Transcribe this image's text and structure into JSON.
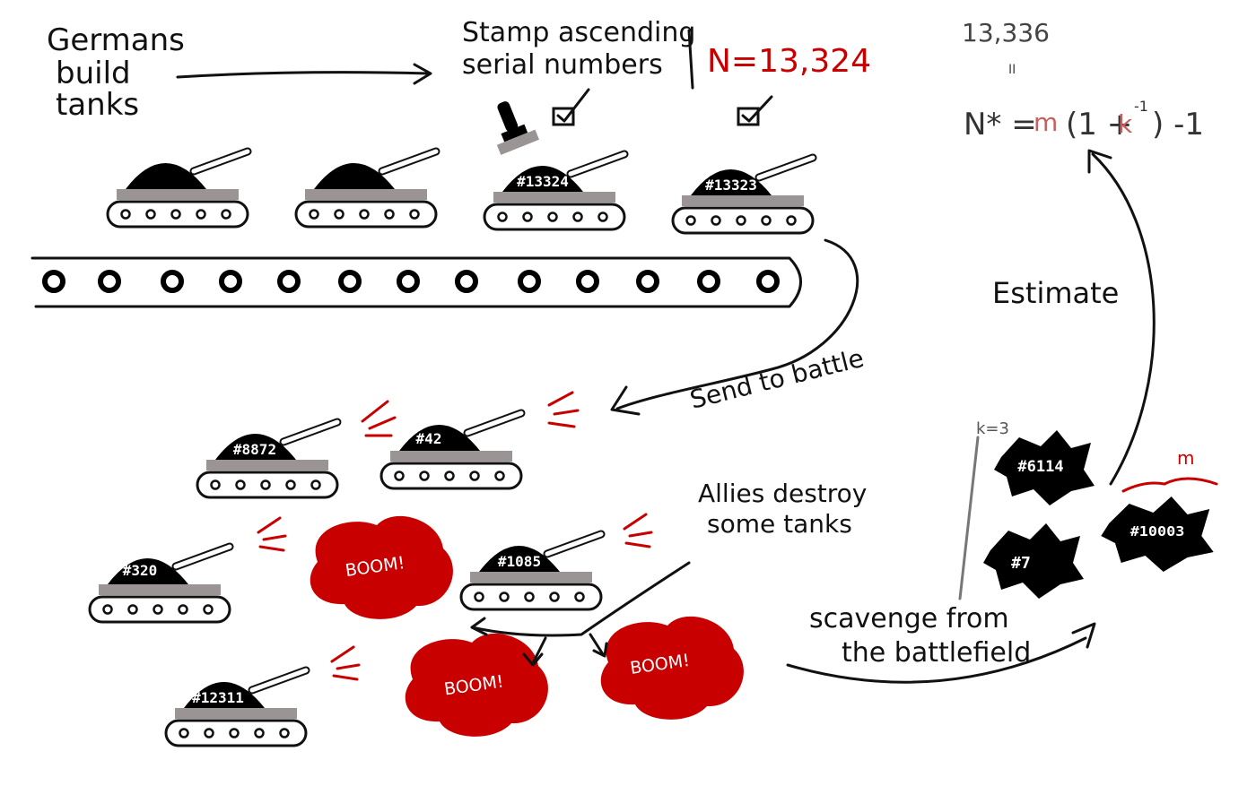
{
  "labels": {
    "build_line1": "Germans",
    "build_line2": "build",
    "build_line3": "tanks",
    "stamp_line1": "Stamp ascending",
    "stamp_line2": "serial numbers",
    "n_value": "N=13,324",
    "send": "Send to battle",
    "allies_line1": "Allies destroy",
    "allies_line2": "some tanks",
    "scavenge_line1": "scavenge from",
    "scavenge_line2": "the battlefield",
    "estimate": "Estimate",
    "k_label": "k=3",
    "m_label": "m"
  },
  "formula": {
    "estimate_value": "13,336",
    "equals_mark": "II",
    "lhs": "N* =",
    "m": "m",
    "open": "(1 +",
    "k": "k",
    "exp": "-1",
    "close": ") -1"
  },
  "factory_tanks": [
    {
      "serial": ""
    },
    {
      "serial": ""
    },
    {
      "serial": "#13324"
    },
    {
      "serial": "#13323"
    }
  ],
  "battle_tanks": [
    {
      "serial": "#8872"
    },
    {
      "serial": "#42"
    },
    {
      "serial": "#320"
    },
    {
      "serial": "#1085"
    },
    {
      "serial": "#12311"
    }
  ],
  "explosions": [
    {
      "text": "BOOM!"
    },
    {
      "text": "BOOM!"
    },
    {
      "text": "BOOM!"
    }
  ],
  "scavenged": [
    {
      "serial": "#6114"
    },
    {
      "serial": "#7"
    },
    {
      "serial": "#10003"
    }
  ],
  "colors": {
    "accent": "#c80000",
    "ink": "#111111",
    "hull": "#999999"
  }
}
